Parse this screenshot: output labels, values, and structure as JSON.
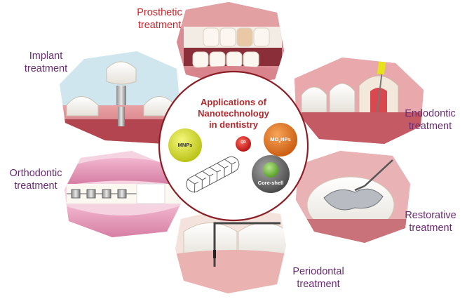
{
  "center": {
    "title_lines": [
      "Applications of",
      "Nanotechnology",
      "in dentistry"
    ],
    "nanoparticles": {
      "mnps": "MNPs",
      "qd": "QD",
      "moxnps": "MOxNPs",
      "core_shell": "Core-shell"
    }
  },
  "treatments": {
    "prosthetic": [
      "Prosthetic",
      "treatment"
    ],
    "implant": [
      "Implant",
      "treatment"
    ],
    "endodontic": [
      "Endodontic",
      "treatment"
    ],
    "orthodontic": [
      "Orthodontic",
      "treatment"
    ],
    "restorative": [
      "Restorative",
      "treatment"
    ],
    "periodontal": [
      "Periodontal",
      "treatment"
    ]
  },
  "colors": {
    "title_red": "#c8252c",
    "label_purple": "#6a2a74",
    "circle_border": "#8a1f27",
    "mnps_yellow": "#d9e21a",
    "qd_red": "#e0151a",
    "moxnps_orange": "#e8731b",
    "core_shell_gray": "#6d6d6d",
    "core_green": "#7bc043"
  }
}
